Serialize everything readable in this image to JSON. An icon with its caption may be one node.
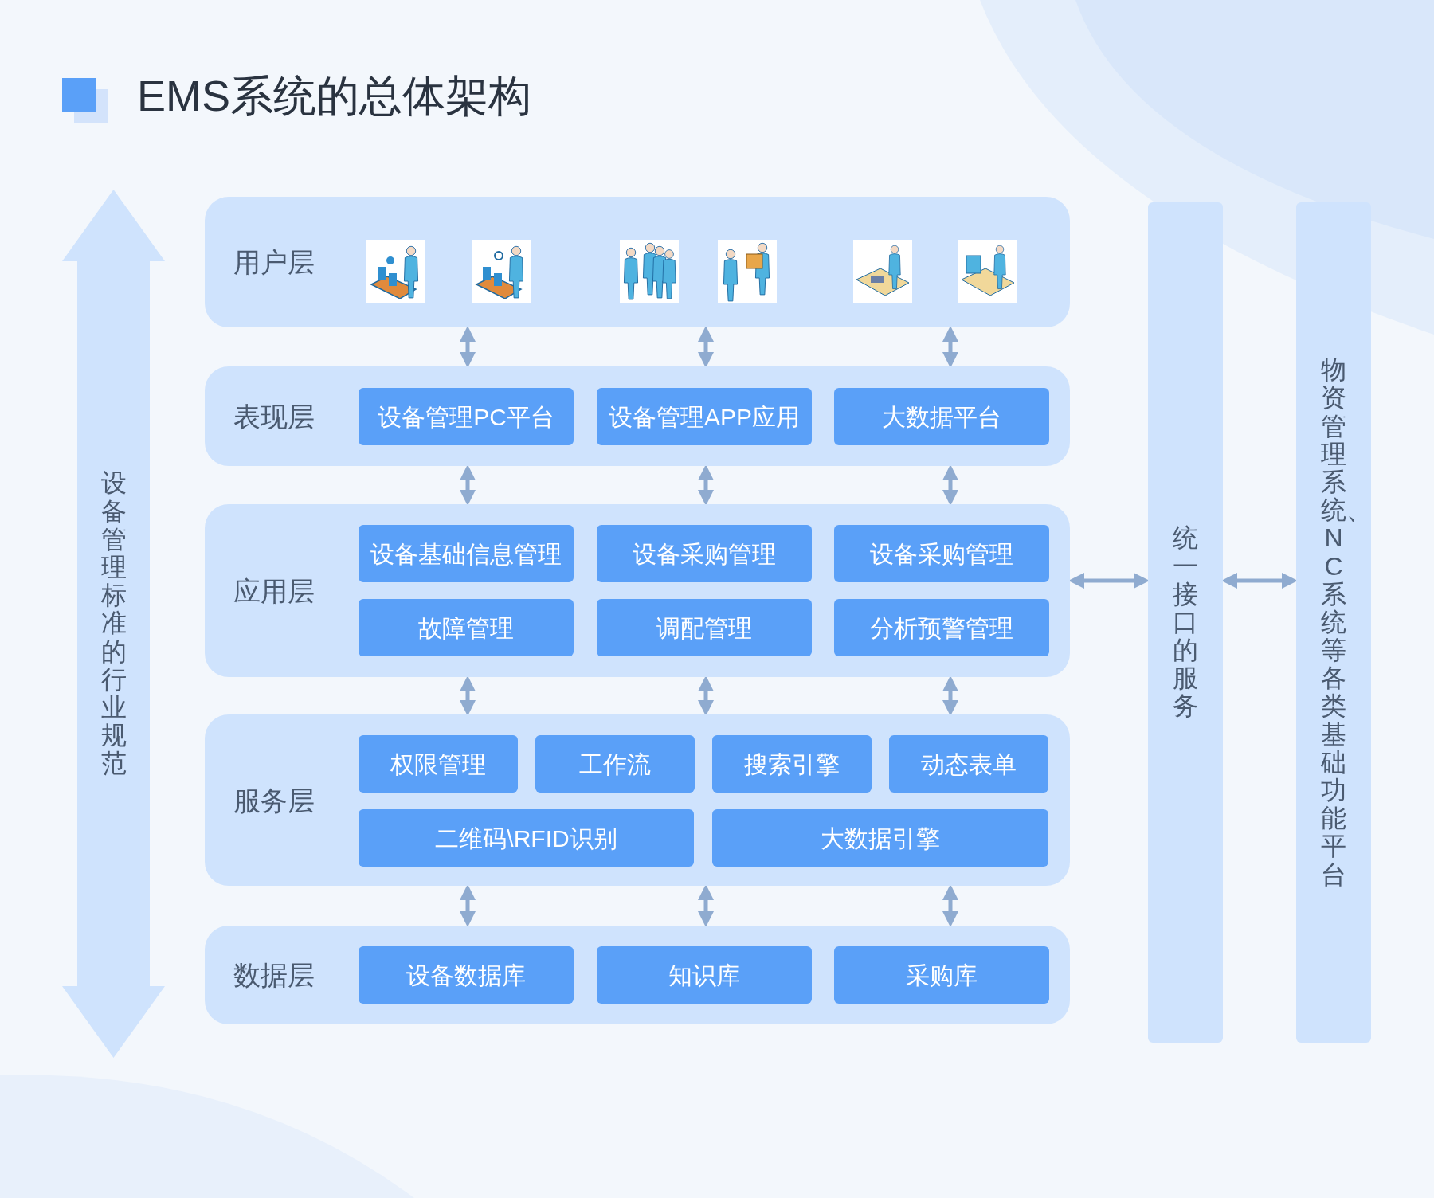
{
  "diagram": {
    "title": "EMS系统的总体架构",
    "nodes": [
      {
        "text": [
          "用户层"
        ]
      },
      {
        "text": [
          "表现层"
        ]
      },
      {
        "text": [
          "设备管理PC平台"
        ],
        "in": 1
      },
      {
        "text": [
          "设备管理APP应用"
        ],
        "in": 1
      },
      {
        "text": [
          "大数据平台"
        ],
        "in": 1
      },
      {
        "text": [
          "应用层"
        ]
      },
      {
        "text": [
          "设备基础信息管理"
        ],
        "in": 5
      },
      {
        "text": [
          "设备采购管理"
        ],
        "in": 5
      },
      {
        "text": [
          "设备采购管理"
        ],
        "in": 5
      },
      {
        "text": [
          "故障管理"
        ],
        "in": 5
      },
      {
        "text": [
          "调配管理"
        ],
        "in": 5
      },
      {
        "text": [
          "分析预警管理"
        ],
        "in": 5
      },
      {
        "text": [
          "服务层"
        ]
      },
      {
        "text": [
          "权限管理"
        ],
        "in": 12
      },
      {
        "text": [
          "工作流"
        ],
        "in": 12
      },
      {
        "text": [
          "搜索引擎"
        ],
        "in": 12
      },
      {
        "text": [
          "动态表单"
        ],
        "in": 12
      },
      {
        "text": [
          "二维码\\RFID识别"
        ],
        "in": 12
      },
      {
        "text": [
          "大数据引擎"
        ],
        "in": 12
      },
      {
        "text": [
          "数据层"
        ]
      },
      {
        "text": [
          "设备数据库"
        ],
        "in": 19
      },
      {
        "text": [
          "知识库"
        ],
        "in": 19
      },
      {
        "text": [
          "采购库"
        ],
        "in": 19
      },
      {
        "text": [
          "设备管理标准的行业规范"
        ]
      },
      {
        "text": [
          "统一接口的服务"
        ]
      },
      {
        "text": [
          "物资管理系统、NC系统等各类基础功能平台"
        ]
      }
    ],
    "edges": [
      {
        "from": 0,
        "to": 1,
        "arrow": "both"
      },
      {
        "from": 0,
        "to": 1,
        "arrow": "both"
      },
      {
        "from": 0,
        "to": 1,
        "arrow": "both"
      },
      {
        "from": 1,
        "to": 5,
        "arrow": "both"
      },
      {
        "from": 1,
        "to": 5,
        "arrow": "both"
      },
      {
        "from": 1,
        "to": 5,
        "arrow": "both"
      },
      {
        "from": 5,
        "to": 12,
        "arrow": "both"
      },
      {
        "from": 5,
        "to": 12,
        "arrow": "both"
      },
      {
        "from": 5,
        "to": 12,
        "arrow": "both"
      },
      {
        "from": 12,
        "to": 19,
        "arrow": "both"
      },
      {
        "from": 12,
        "to": 19,
        "arrow": "both"
      },
      {
        "from": 12,
        "to": 19,
        "arrow": "both"
      },
      {
        "from": 5,
        "to": 24,
        "arrow": "both"
      },
      {
        "from": 24,
        "to": 25,
        "arrow": "both"
      }
    ]
  }
}
